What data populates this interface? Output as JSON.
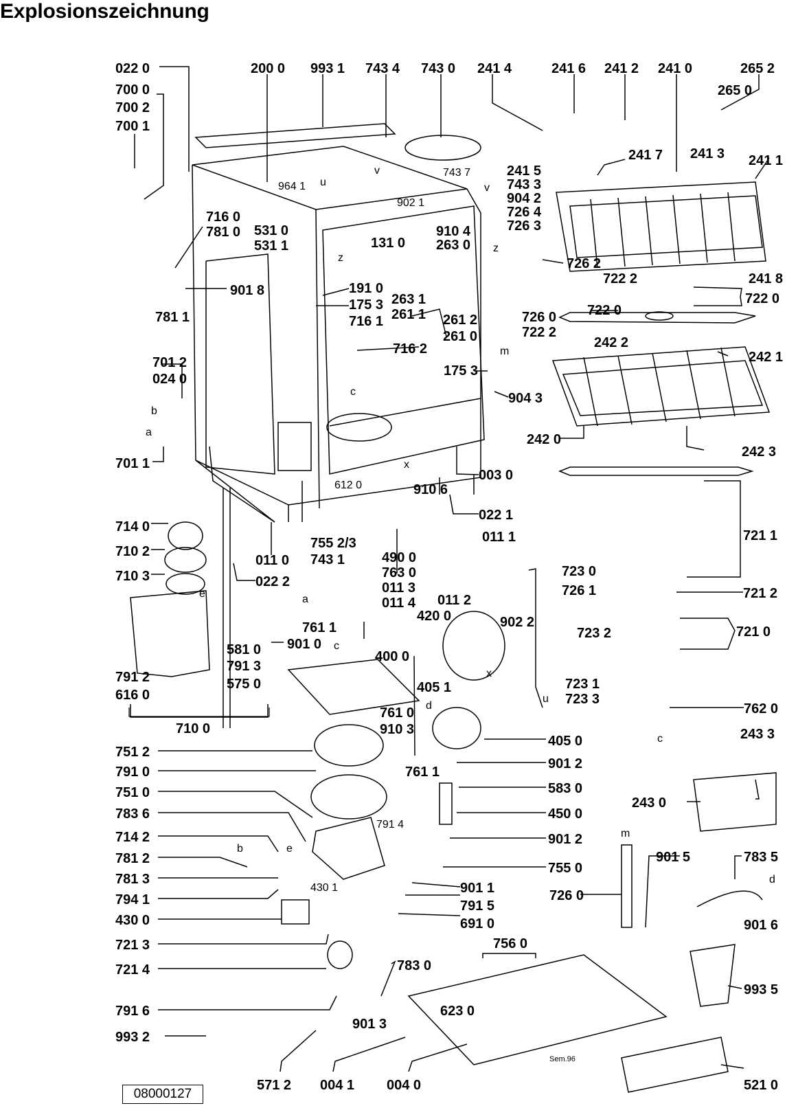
{
  "title": "Explosionszeichnung",
  "reference_number": "08000127",
  "part_labels": {
    "p022_0": "022 0",
    "p200_0": "200 0",
    "p993_1": "993 1",
    "p743_4": "743 4",
    "p743_0": "743 0",
    "p241_4": "241 4",
    "p241_6": "241 6",
    "p241_2": "241 2",
    "p241_0": "241 0",
    "p265_2": "265 2",
    "p265_0": "265 0",
    "p700_0": "700 0",
    "p700_2": "700 2",
    "p700_1": "700 1",
    "p241_7": "241 7",
    "p241_3": "241 3",
    "p241_1": "241 1",
    "p743_7": "743 7",
    "p241_5": "241 5",
    "p743_3": "743 3",
    "p904_2": "904 2",
    "p726_4": "726 4",
    "p726_3": "726 3",
    "p964_1": "964 1",
    "p902_1": "902 1",
    "p910_4": "910 4",
    "p263_0": "263 0",
    "p131_0": "131 0",
    "p716_0": "716 0",
    "p781_0": "781 0",
    "p531_0": "531 0",
    "p531_1": "531 1",
    "p901_8": "901 8",
    "p781_1": "781 1",
    "p726_2": "726 2",
    "p722_2a": "722 2",
    "p722_0a": "722 0",
    "p241_8": "241 8",
    "p722_0b": "722 0",
    "p191_0": "191 0",
    "p175_3a": "175 3",
    "p716_1": "716 1",
    "p263_1": "263 1",
    "p261_1": "261 1",
    "p261_2": "261 2",
    "p261_0": "261 0",
    "p726_0a": "726 0",
    "p722_2b": "722 2",
    "p716_2": "716 2",
    "p701_2": "701 2",
    "p024_0": "024 0",
    "p175_3b": "175 3",
    "p904_3": "904 3",
    "p242_2": "242 2",
    "p242_1": "242 1",
    "p242_0": "242 0",
    "p242_3": "242 3",
    "p701_1": "701 1",
    "p003_0": "003 0",
    "p612_0": "612 0",
    "p910_6": "910 6",
    "p022_1": "022 1",
    "p714_0": "714 0",
    "p710_2": "710 2",
    "p710_3": "710 3",
    "p011_0": "011 0",
    "p022_2": "022 2",
    "p755_23": "755 2/3",
    "p743_1": "743 1",
    "p490_0": "490 0",
    "p763_0": "763 0",
    "p011_3": "011 3",
    "p011_4": "011 4",
    "p011_1": "011 1",
    "p011_2": "011 2",
    "p902_2": "902 2",
    "p723_0": "723 0",
    "p726_1": "726 1",
    "p723_2": "723 2",
    "p721_1": "721 1",
    "p721_2": "721 2",
    "p721_0": "721 0",
    "p762_0": "762 0",
    "p723_1": "723 1",
    "p723_3": "723 3",
    "p791_2": "791 2",
    "p616_0": "616 0",
    "p581_0": "581 0",
    "p791_3": "791 3",
    "p575_0": "575 0",
    "p901_0": "901 0",
    "p710_0": "710 0",
    "p761_1a": "761 1",
    "p400_0": "400 0",
    "p420_0": "420 0",
    "p405_1": "405 1",
    "p761_0": "761 0",
    "p910_3": "910 3",
    "p405_0": "405 0",
    "p751_2": "751 2",
    "p791_0": "791 0",
    "p751_0": "751 0",
    "p761_1b": "761 1",
    "p901_2a": "901 2",
    "p583_0": "583 0",
    "p450_0": "450 0",
    "p243_3": "243 3",
    "p243_0": "243 0",
    "p783_6": "783 6",
    "p714_2": "714 2",
    "p781_2": "781 2",
    "p781_3": "781 3",
    "p794_1": "794 1",
    "p430_0": "430 0",
    "p430_1": "430 1",
    "p791_4": "791 4",
    "p901_2b": "901 2",
    "p755_0": "755 0",
    "p901_1": "901 1",
    "p791_5": "791 5",
    "p691_0": "691 0",
    "p901_5": "901 5",
    "p783_5": "783 5",
    "p726_0b": "726 0",
    "p901_6": "901 6",
    "p721_3": "721 3",
    "p721_4": "721 4",
    "p756_0": "756 0",
    "p783_0": "783 0",
    "p993_5": "993 5",
    "p791_6": "791 6",
    "p623_0": "623 0",
    "p901_3": "901 3",
    "p993_2": "993 2",
    "p571_2": "571 2",
    "p004_1": "004 1",
    "p004_0": "004 0",
    "p521_0": "521 0"
  },
  "letter_markers": {
    "a1": "a",
    "a2": "a",
    "b1": "b",
    "b2": "b",
    "c1": "c",
    "c2": "c",
    "c3": "c",
    "d1": "d",
    "d2": "d",
    "e1": "e",
    "e2": "e",
    "m1": "m",
    "m2": "m",
    "u1": "u",
    "u2": "u",
    "v1": "v",
    "v2": "v",
    "x1": "x",
    "x2": "x",
    "z1": "z",
    "z2": "z"
  },
  "small_text": {
    "date_stamp": "Sem.96"
  }
}
